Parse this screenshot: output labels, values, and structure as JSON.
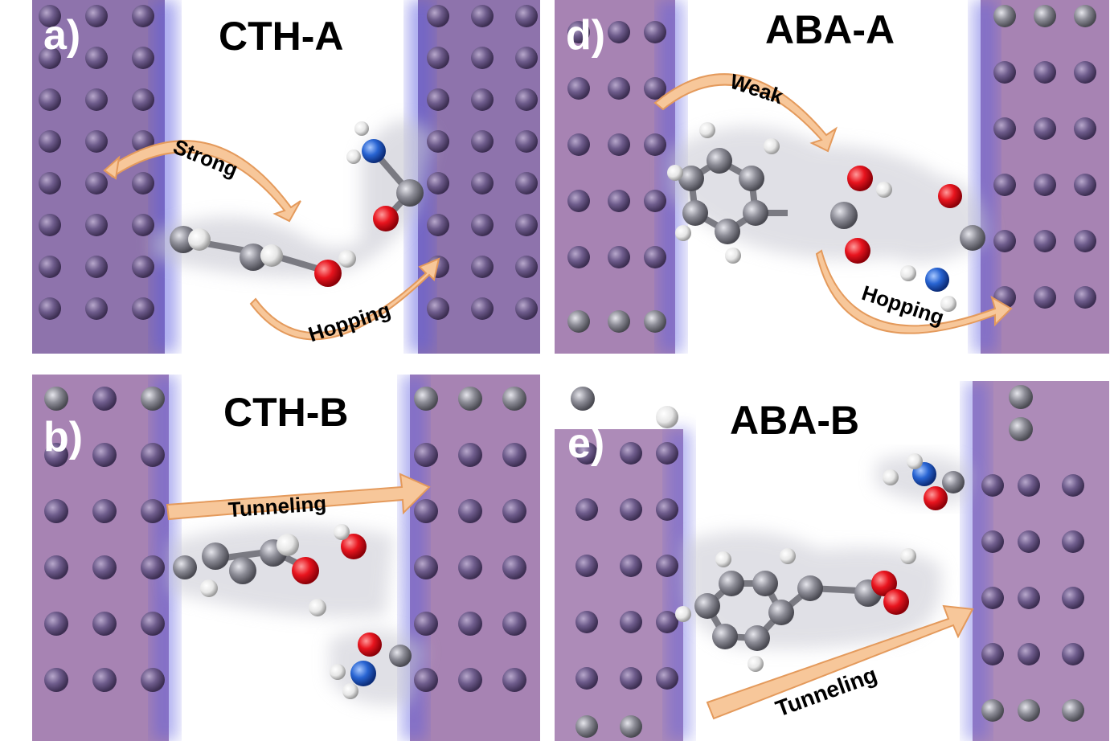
{
  "panels": {
    "a": {
      "label": "a)",
      "title": "CTH-A",
      "arrow1": "Strong",
      "arrow2": "Hopping"
    },
    "b": {
      "label": "b)",
      "title": "CTH-B",
      "arrow1": "Tunneling"
    },
    "d": {
      "label": "d)",
      "title": "ABA-A",
      "arrow1": "Weak",
      "arrow2": "Hopping"
    },
    "e": {
      "label": "e)",
      "title": "ABA-B",
      "arrow1": "Tunneling"
    }
  },
  "colors": {
    "electrode_fill": "#7a5a9e",
    "electrode_pink": "#c05a9a",
    "density_blue": "#5a5ae0",
    "atom_carbon": "#8c8c96",
    "atom_electrode": "#6e5c8c",
    "atom_oxygen": "#e8141e",
    "atom_nitrogen": "#2864d2",
    "atom_hydrogen": "#f0f0f0",
    "arrow_fill": "#f7c79a",
    "arrow_stroke": "#e49a5c",
    "glow": "#c8c8d2"
  }
}
